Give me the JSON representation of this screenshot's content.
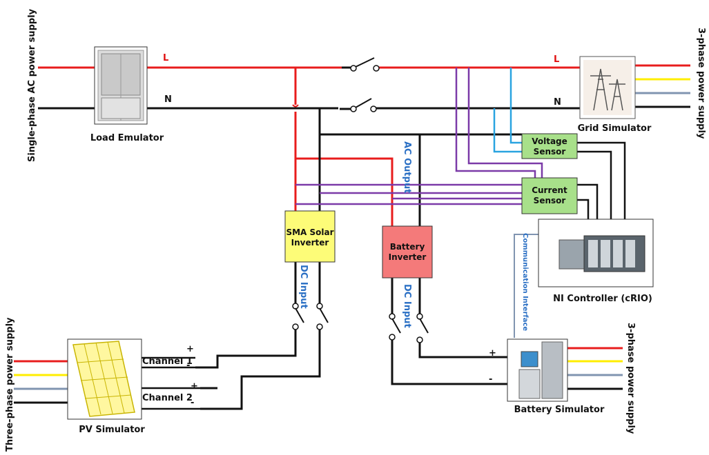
{
  "supplies": {
    "single_phase": "Single-phase AC power supply",
    "three_phase_grid": "3-phase power supply",
    "three_phase_pv": "Three-phase power supply",
    "three_phase_battery": "3-phase power supply"
  },
  "lines": {
    "l_left": "L",
    "n_left": "N",
    "l_right": "L",
    "n_right": "N"
  },
  "devices": {
    "load_emulator": "Load Emulator",
    "grid_simulator": "Grid Simulator",
    "voltage_sensor_line1": "Voltage",
    "voltage_sensor_line2": "Sensor",
    "current_sensor_line1": "Current",
    "current_sensor_line2": "Sensor",
    "sma_line1": "SMA Solar",
    "sma_line2": "Inverter",
    "battery_inv_line1": "Battery",
    "battery_inv_line2": "Inverter",
    "ni_controller": "NI Controller (cRIO)",
    "pv_simulator": "PV Simulator",
    "battery_simulator": "Battery Simulator"
  },
  "annotations": {
    "ac_output": "AC Output",
    "dc_input_sma": "DC Input",
    "dc_input_battery": "DC Input",
    "communication_interface": "Communication Interface"
  },
  "pv_channels": {
    "channel1": "Channel 1",
    "channel2": "Channel 2",
    "plus": "+",
    "minus": "-"
  },
  "battery_terminals": {
    "plus": "+",
    "minus": "-"
  },
  "colors": {
    "phase_red": "#e81c1c",
    "phase_yellow": "#ffee00",
    "phase_grey": "#8094b0",
    "neutral_black": "#111111",
    "voltage_wire": "#29a3e0",
    "current_wire": "#7b3aa8",
    "sensor_fill": "#a8e08a",
    "sma_fill": "#fdfc78",
    "battery_inverter_fill": "#f47a7a",
    "annotation_blue": "#2a6fc4"
  }
}
